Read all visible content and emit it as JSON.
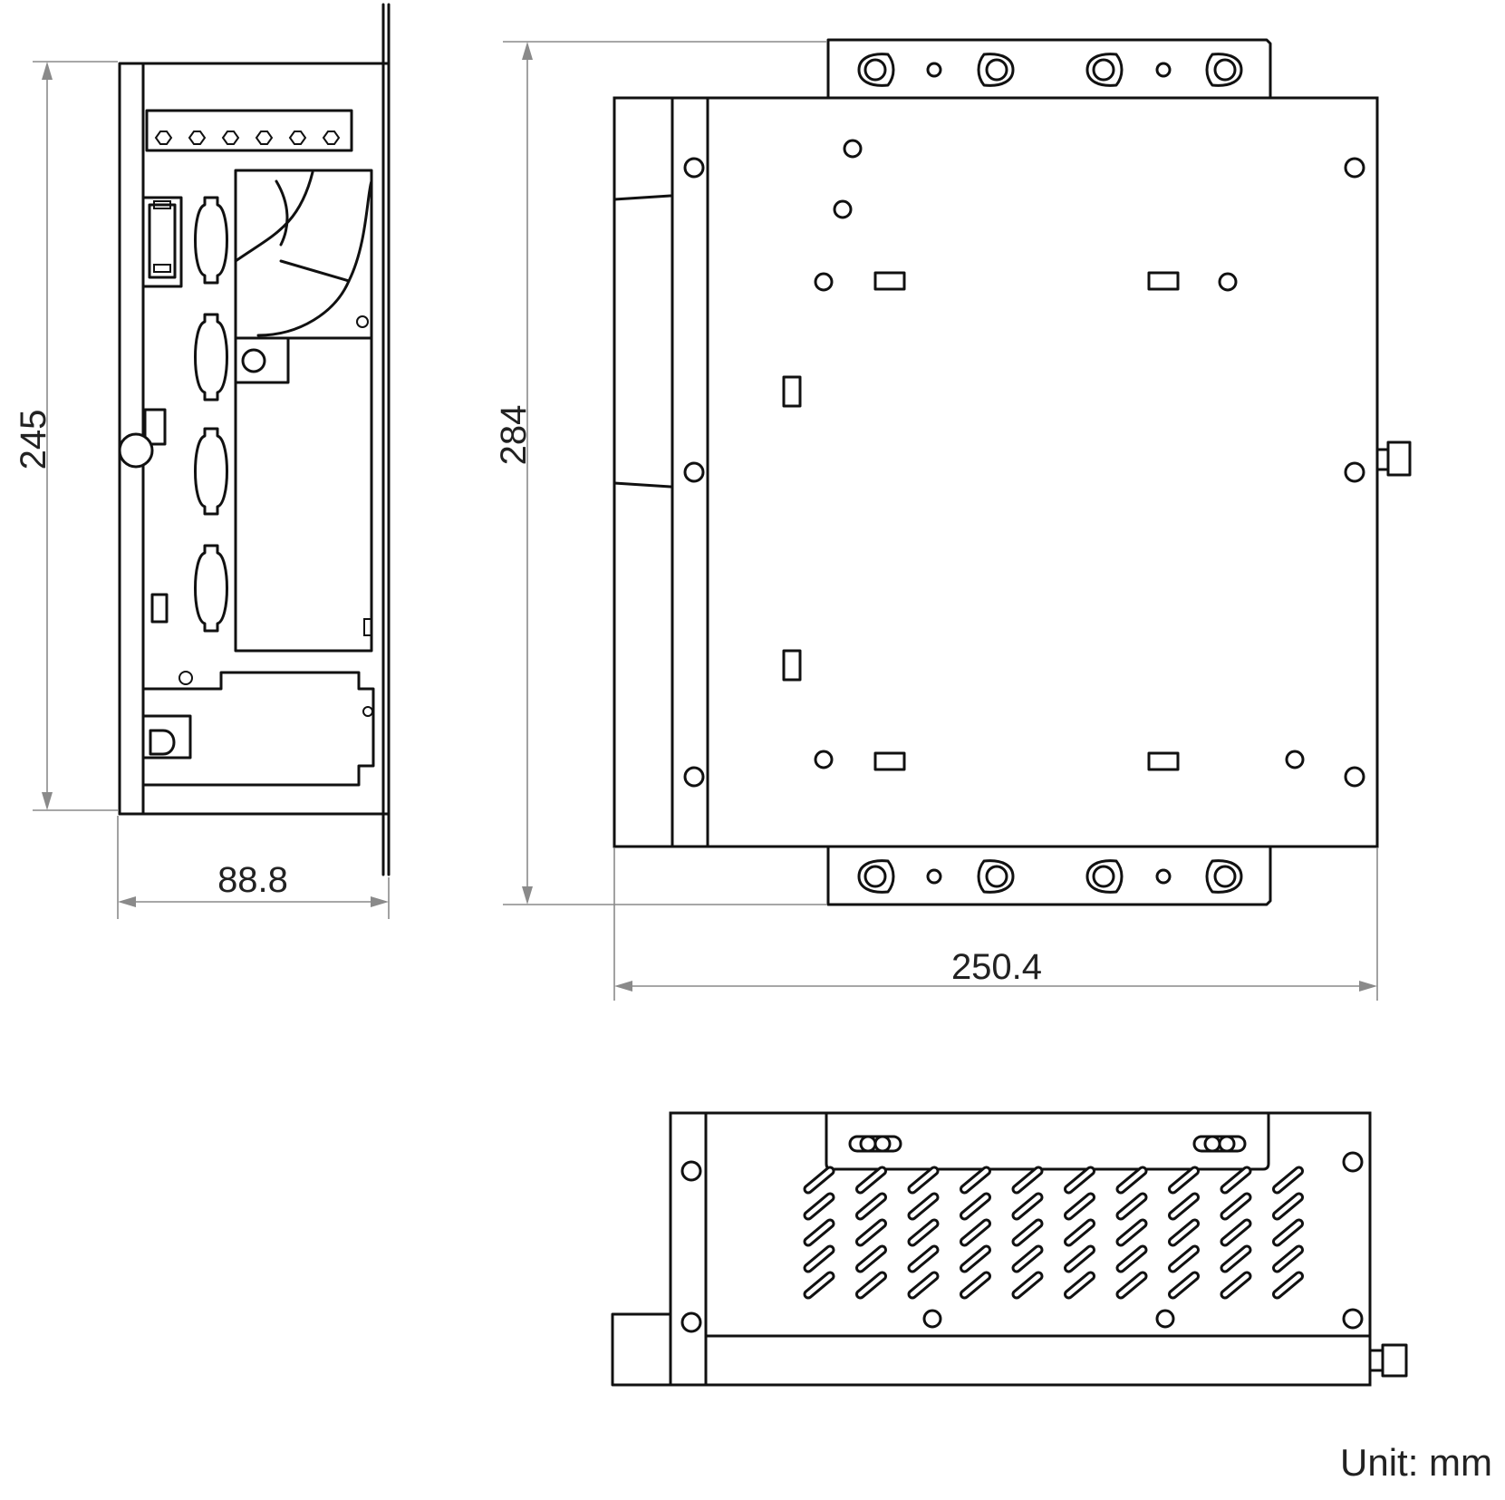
{
  "dimensions": {
    "side_height": "245",
    "side_width": "88.8",
    "top_height": "284",
    "top_width": "250.4"
  },
  "unit_label": "Unit: mm",
  "colors": {
    "line": "#111111",
    "dimension_line": "#8a8a8a",
    "background": "#ffffff"
  }
}
